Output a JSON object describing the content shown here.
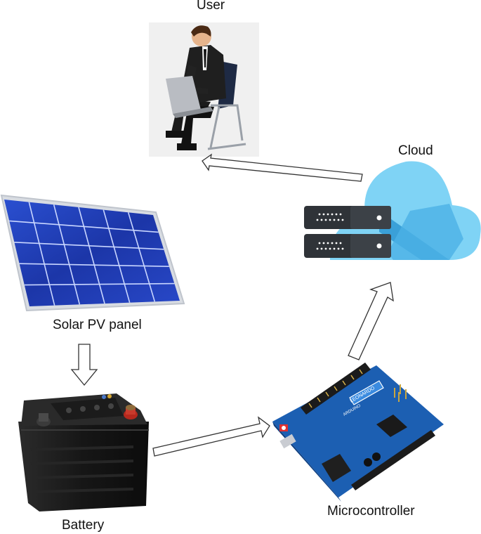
{
  "labels": {
    "user": "User",
    "cloud": "Cloud",
    "solar": "Solar PV panel",
    "battery": "Battery",
    "microcontroller": "Microcontroller"
  },
  "board_text": {
    "model": "LEONARDO",
    "brand": "ARDUINO"
  },
  "icons": {
    "user": "person-laptop-icon",
    "cloud": "cloud-server-icon",
    "solar": "solar-panel-icon",
    "battery": "car-battery-icon",
    "microcontroller": "arduino-board-icon"
  },
  "colors": {
    "cloud_light": "#7fd3f5",
    "cloud_dark": "#3aa0d8",
    "server": "#2f3338",
    "panel": "#1f3fb8",
    "board": "#1c5fb2",
    "battery": "#1a1a1a",
    "terminal_red": "#b5281d"
  }
}
